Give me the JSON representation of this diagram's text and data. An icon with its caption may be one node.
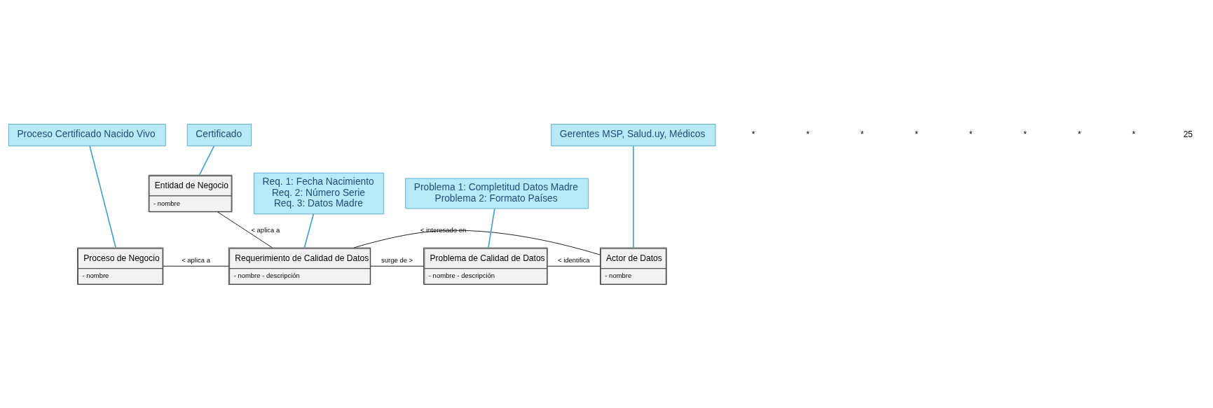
{
  "diagram": {
    "nodes": [
      {
        "text": [
          "Entidad de Negocio",
          "- nombre"
        ]
      },
      {
        "text": [
          "Proceso de Negocio",
          "- nombre"
        ]
      },
      {
        "text": [
          "Requerimiento de Calidad de Datos",
          "- nombre - descripción"
        ]
      },
      {
        "text": [
          "Problema de Calidad de Datos",
          "- nombre - descripción"
        ]
      },
      {
        "text": [
          "Actor de Datos",
          "- nombre"
        ]
      },
      {
        "text": [
          "Proceso Certificado Nacido Vivo"
        ]
      },
      {
        "text": [
          "Certificado"
        ]
      },
      {
        "text": [
          "Req. 1: Fecha Nacimiento",
          "Req. 2: Número Serie",
          "Req. 3: Datos Madre"
        ]
      },
      {
        "text": [
          "Problema 1: Completitud Datos Madre",
          "Problema 2: Formato Países"
        ]
      },
      {
        "text": [
          "Gerentes MSP, Salud.uy, Médicos"
        ]
      }
    ],
    "edges": [
      {
        "from": 0,
        "to": 2,
        "arrow": "none",
        "label": "< aplica a"
      },
      {
        "from": 1,
        "to": 2,
        "arrow": "none",
        "label": "< aplica a"
      },
      {
        "from": 2,
        "to": 3,
        "arrow": "none",
        "label": "surge de >"
      },
      {
        "from": 3,
        "to": 4,
        "arrow": "none",
        "label": "< identifica"
      },
      {
        "from": 2,
        "to": 4,
        "arrow": "none",
        "label": "< interesado en"
      },
      {
        "from": 5,
        "to": 1,
        "arrow": "none",
        "color": "#4aa3c8"
      },
      {
        "from": 6,
        "to": 0,
        "arrow": "none",
        "color": "#4aa3c8"
      },
      {
        "from": 7,
        "to": 2,
        "arrow": "none",
        "color": "#4aa3c8"
      },
      {
        "from": 8,
        "to": 3,
        "arrow": "none",
        "color": "#4aa3c8"
      },
      {
        "from": 9,
        "to": 4,
        "arrow": "none",
        "color": "#4aa3c8"
      }
    ],
    "labels": [
      "*",
      "*",
      "*",
      "*",
      "*",
      "*",
      "*",
      "*",
      "25"
    ]
  }
}
